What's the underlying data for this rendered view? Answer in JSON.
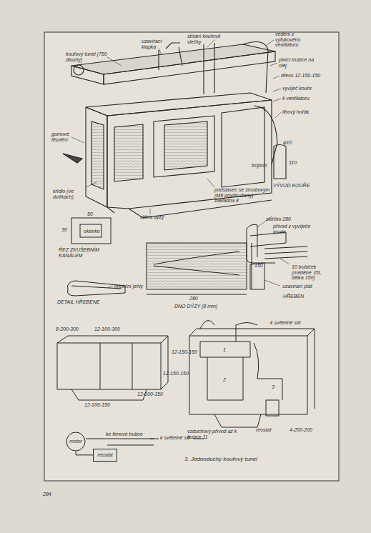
{
  "diagram": {
    "caption": "3. Jednoduchý kouřový tunel",
    "nodes": [
      {
        "text": [
          "motor"
        ]
      },
      {
        "text": [
          "reostat"
        ]
      }
    ],
    "edges": [
      {
        "from": 0,
        "to": 1,
        "arrow": "none"
      }
    ],
    "labels": [
      "kouřový tunel (750 dlouhý)",
      "uzavírací klapka",
      "stírání kouřové vlečky",
      "vedení z výfukového ventilátoru",
      "plnicí trubice na olej",
      "dřevo 12-150-150",
      "vyvíječ kouře",
      "k ventilátoru",
      "lihový hořák",
      "gumové těsnění",
      "křídlo (ve dvířkách)",
      "stěna dýzy",
      "podstavec se šroubovým (M8 prodloužený) základna 8",
      "trojnoh",
      "φ10",
      "110",
      "VÝVOD KOUŘE",
      "50",
      "30",
      "okénko",
      "ŘEZ ZKUŠEBNÍM KANÁLEM",
      "injekční jehly",
      "DETAIL HŘEBENE",
      "150",
      "280",
      "DNO DÝZY (8 mm)",
      "sklíčko 280",
      "přívod z vyvíječe kouře",
      "10 trubiček (měděné ∅3, délka 150)",
      "uzavírací plát",
      "HŘEBEN",
      "8-200-300",
      "12-100-300",
      "12-150-150",
      "12-150-150",
      "12-100-150",
      "12-100-150",
      "k světelné síti",
      "1",
      "2",
      "3",
      "vzduchový přívod až k trubce 11",
      "reostat",
      "4-200-200",
      "ke fénové trubce",
      "k světelné síti",
      "284"
    ]
  }
}
